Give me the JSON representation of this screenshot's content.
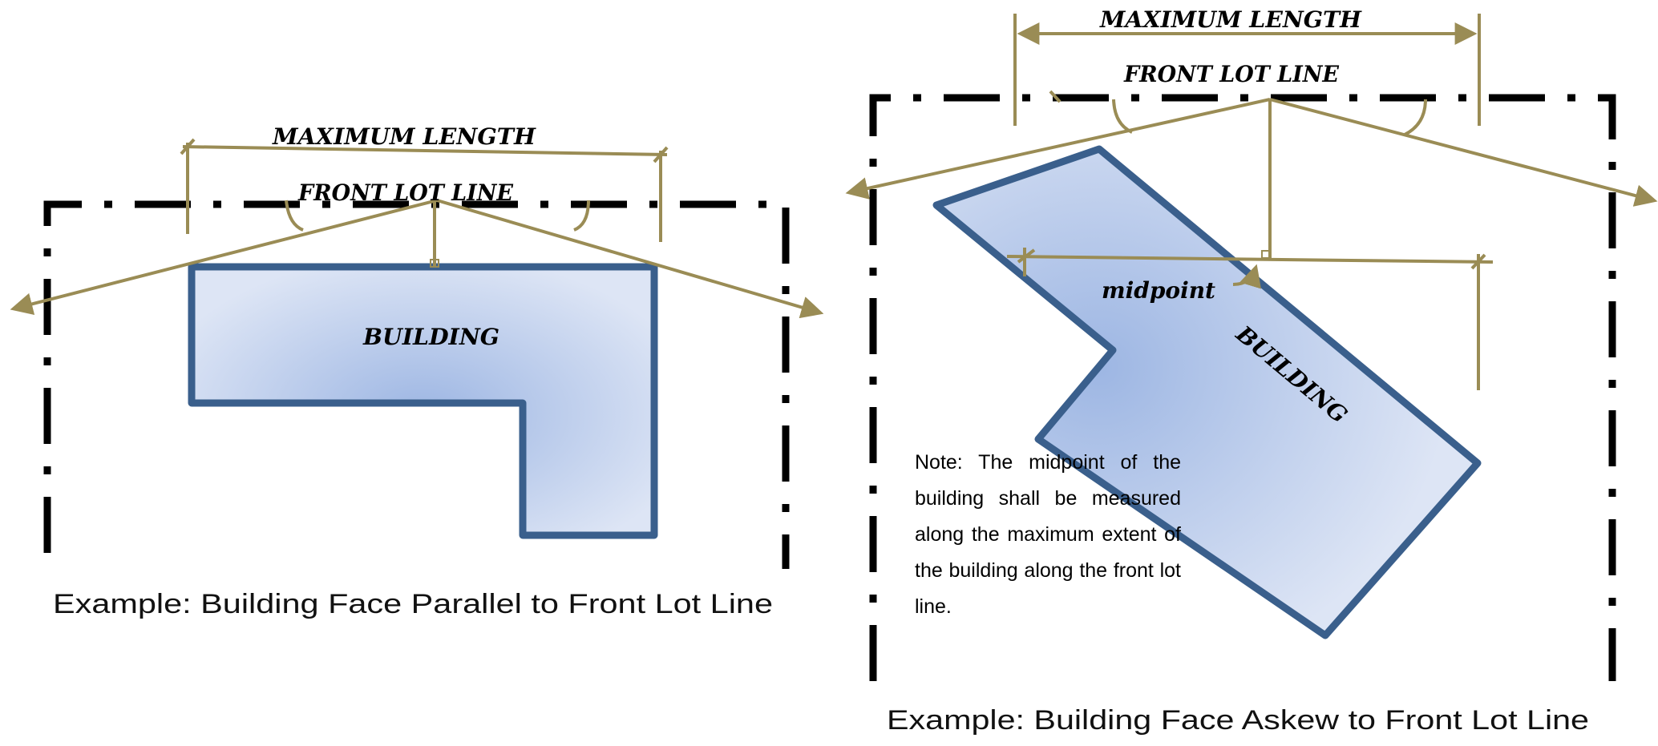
{
  "colors": {
    "lot_line": "#000000",
    "dimension": "#9a8c55",
    "building_stroke": "#3a5f8c",
    "building_fill_center": "#9db6e3",
    "building_fill_edge": "#dde5f5"
  },
  "left_example": {
    "max_length_label": "MAXIMUM LENGTH",
    "front_lot_line_label": "FRONT LOT LINE",
    "building_label": "BUILDING",
    "caption": "Example: Building Face Parallel to Front Lot Line"
  },
  "right_example": {
    "max_length_label": "MAXIMUM LENGTH",
    "front_lot_line_label": "FRONT LOT LINE",
    "building_label": "BUILDING",
    "midpoint_label": "midpoint",
    "note": "Note: The midpoint of the building shall be measured along the maximum extent of the building along the front lot line.",
    "caption": "Example: Building Face Askew to Front Lot Line"
  }
}
